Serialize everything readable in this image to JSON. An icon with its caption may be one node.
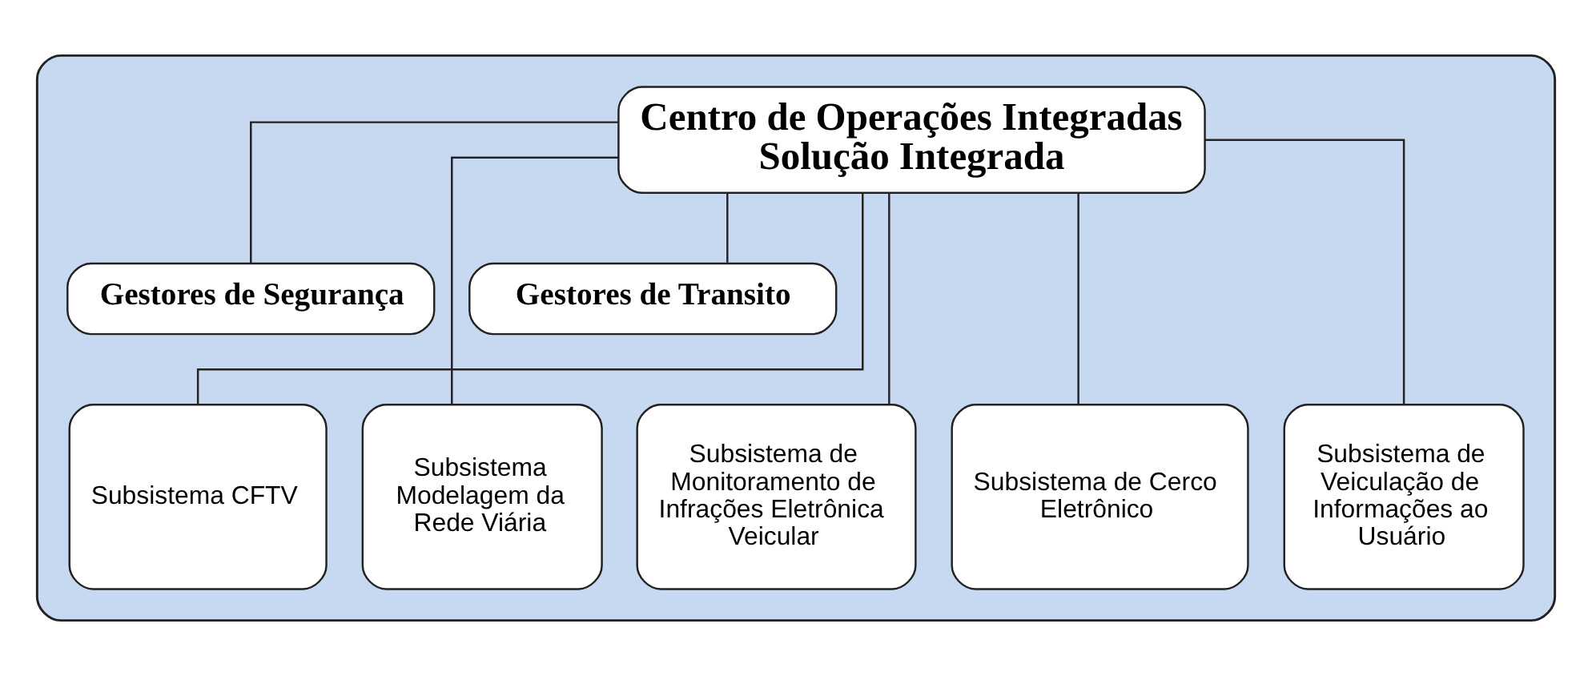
{
  "diagram": {
    "nodes": [
      {
        "text": [],
        "shape": "box"
      },
      {
        "text": [
          "Centro de Operações Integradas",
          "Solução Integrada"
        ],
        "in": 0
      },
      {
        "text": [
          "Gestores de Segurança"
        ],
        "in": 0
      },
      {
        "text": [
          "Gestores de Transito"
        ],
        "in": 0
      },
      {
        "text": [
          "Subsistema CFTV"
        ],
        "in": 0
      },
      {
        "text": [
          "Subsistema Modelagem da Rede Viária"
        ],
        "in": 0
      },
      {
        "text": [
          "Subsistema de Monitoramento de Infrações Eletrônica Veicular"
        ],
        "in": 0
      },
      {
        "text": [
          "Subsistema de Cerco Eletrônico"
        ],
        "in": 0
      },
      {
        "text": [
          "Subsistema de Veiculação de Informações ao Usuário"
        ],
        "in": 0
      }
    ],
    "edges": [
      {
        "from": 1,
        "to": 2,
        "arrow": "none"
      },
      {
        "from": 1,
        "to": 3,
        "arrow": "none"
      },
      {
        "from": 1,
        "to": 4,
        "arrow": "none"
      },
      {
        "from": 1,
        "to": 5,
        "arrow": "none"
      },
      {
        "from": 1,
        "to": 6,
        "arrow": "none"
      },
      {
        "from": 1,
        "to": 7,
        "arrow": "none"
      },
      {
        "from": 1,
        "to": 8,
        "arrow": "none"
      }
    ]
  }
}
